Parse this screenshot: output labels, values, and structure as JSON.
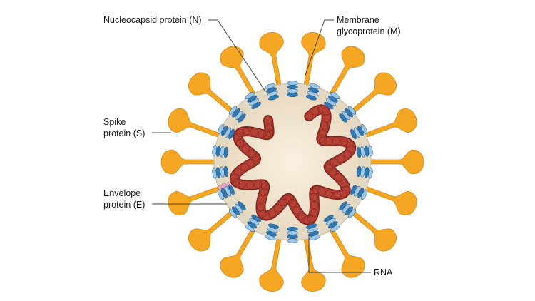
{
  "labels": {
    "nucleocapsid": "Nucleocapsid protein (N)",
    "membrane_line1": "Membrane",
    "membrane_line2": "glycoprotein (M)",
    "spike_line1": "Spike",
    "spike_line2": "protein (S)",
    "envelope_line1": "Envelope",
    "envelope_line2": "protein (E)",
    "rna": "RNA"
  },
  "colors": {
    "spike": "#f5a623",
    "spike_edge": "#d48a17",
    "envelope": "#e3d8c2",
    "envelope_edge": "#c9bca2",
    "interior_center": "#fbf1e2",
    "interior_edge": "#eadbc2",
    "rna": "#b84135",
    "rna_dark": "#7f2620",
    "membrane_protein": "#2f78b4",
    "membrane_protein_light": "#9cc7e8",
    "e_protein": "#e6a8c0",
    "leader": "#444444"
  }
}
